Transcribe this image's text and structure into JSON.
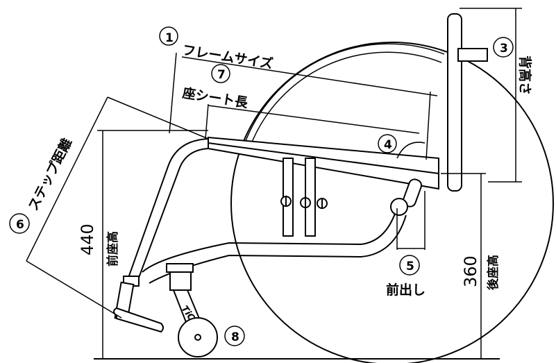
{
  "labels": {
    "frame_size": "フレームサイズ",
    "seat_length": "座シート長",
    "back_height": "背高さ",
    "step_distance": "ステップ距離",
    "front_seat_height_value": "440",
    "front_seat_height": "前座高",
    "rear_seat_height_value": "360",
    "rear_seat_height": "後座高",
    "front_offset": "前出し",
    "caster_brand": "TiC"
  },
  "markers": {
    "m1": "①",
    "m3": "③",
    "m4": "④",
    "m5": "⑤",
    "m6": "⑥",
    "m7": "⑦",
    "m8": "⑧"
  }
}
